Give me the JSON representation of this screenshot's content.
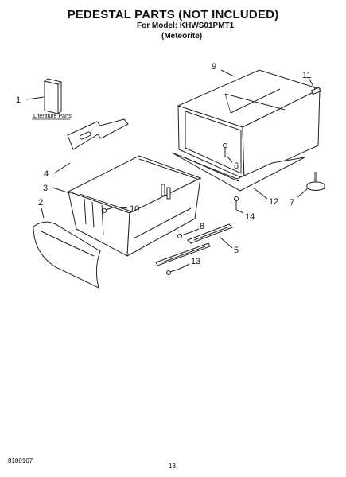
{
  "header": {
    "title": "PEDESTAL PARTS (NOT INCLUDED)",
    "model_line": "For Model: KHWS01PMT1",
    "variant": "(Meteorite)"
  },
  "labels": {
    "literature_parts": "Literature Parts"
  },
  "callouts": {
    "c1": "1",
    "c2": "2",
    "c3": "3",
    "c4": "4",
    "c5": "5",
    "c6": "6",
    "c7": "7",
    "c8": "8",
    "c9": "9",
    "c10": "10",
    "c11": "11",
    "c12": "12",
    "c13": "13",
    "c14": "14"
  },
  "footer": {
    "doc_number": "8180167",
    "page_number": "13"
  }
}
